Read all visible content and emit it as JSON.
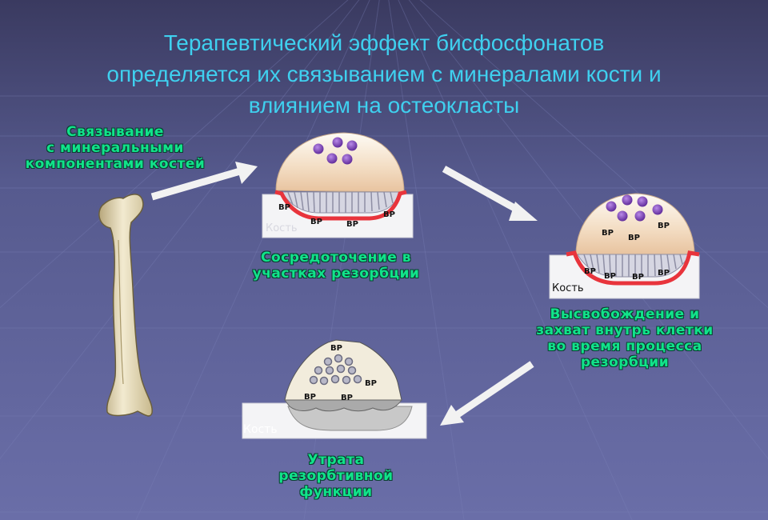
{
  "title": {
    "lines": [
      "Терапевтический эффект бисфосфонатов",
      "определяется их связыванием с минералами кости и",
      "влиянием на остеокласты"
    ]
  },
  "steps": {
    "binding": {
      "lines": [
        "Связывание",
        "с минеральными",
        "компонентами костей"
      ]
    },
    "concentration": {
      "lines": [
        "Сосредоточение в",
        "участках резорбции"
      ]
    },
    "release": {
      "lines": [
        "Высвобождение и",
        "захват внутрь клетки",
        "во время процесса",
        "резорбции"
      ]
    },
    "loss": {
      "lines": [
        "Утрата",
        "резорбтивной",
        "функции"
      ]
    }
  },
  "marker": "BP",
  "bone_label": "Кость",
  "colors": {
    "background": "#5a5c92",
    "title": "#3fd0ef",
    "step_label": "#11e38a",
    "resorption_line": "#e8343c",
    "nucleus": "#7b3fc0"
  }
}
